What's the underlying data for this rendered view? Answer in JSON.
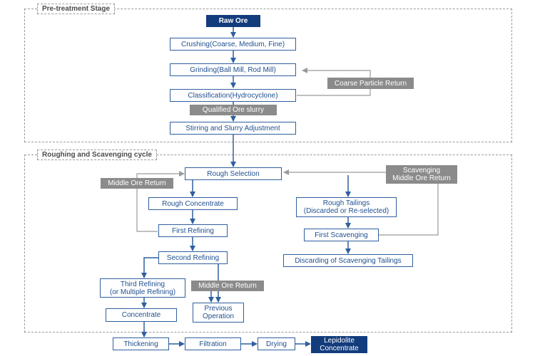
{
  "colors": {
    "primary": "#2f5f9e",
    "dark": "#123c7c",
    "tag": "#8b8b8b",
    "feedback": "#9a9a9a"
  },
  "stages": {
    "pretreatment": "Pre-treatment Stage",
    "roughing": "Roughing and Scavenging cycle"
  },
  "nodes": {
    "raw_ore": "Raw Ore",
    "crushing": "Crushing(Coarse, Medium, Fine)",
    "grinding": "Grinding(Ball Mill, Rod Mill)",
    "classification": "Classification(Hydrocyclone)",
    "stirring": "Stirring and Slurry Adjustment",
    "rough_selection": "Rough Selection",
    "rough_concentrate": "Rough Concentrate",
    "first_refining": "First Refining",
    "second_refining": "Second Refining",
    "third_refining": "Third Refining\n(or Multiple Refining)",
    "concentrate": "Concentrate",
    "previous_operation": "Previous\nOperation",
    "rough_tailings": "Rough Tailings\n(Discarded or Re-selected)",
    "first_scavenging": "First Scavenging",
    "discarding": "Discarding of Scavenging Tailings",
    "thickening": "Thickening",
    "filtration": "Filtration",
    "drying": "Drying",
    "lepidolite": "Lepidolite\nConcentrate"
  },
  "tags": {
    "coarse_return": "Coarse Particle Return",
    "qualified_slurry": "Qualified Ore slurry",
    "middle_ore_return_left": "Middle Ore Return",
    "scavenging_return": "Scavenging\nMiddle Ore Return",
    "middle_ore_return_bottom": "Middle Ore Return"
  }
}
